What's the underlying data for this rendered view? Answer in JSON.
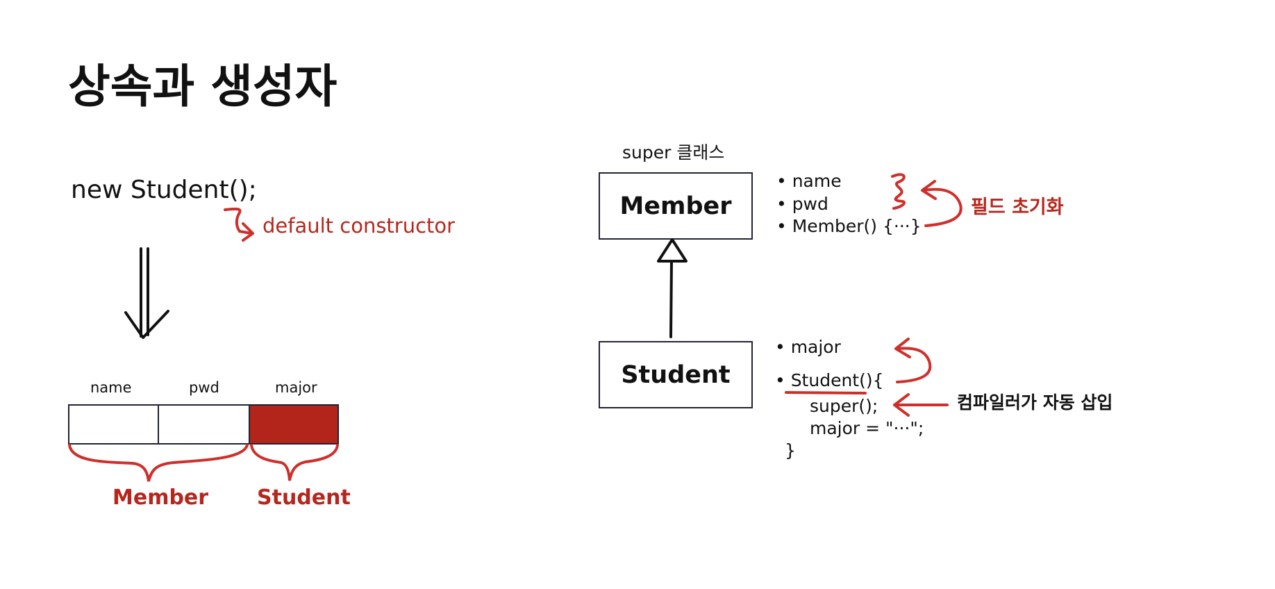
{
  "title": "상속과 생성자",
  "left": {
    "code": "new Student();",
    "default_constructor": "default constructor",
    "columns": [
      "name",
      "pwd",
      "major"
    ],
    "braces": [
      "Member",
      "Student"
    ]
  },
  "right": {
    "super_label": "super 클래스",
    "member_box": "Member",
    "student_box": "Student",
    "member_items": [
      "• name",
      "• pwd",
      "• Member() {···}"
    ],
    "field_init": "필드 초기화",
    "student_items": [
      "• major",
      "• Student(){",
      "super();",
      "major = \"···\";",
      "}"
    ],
    "compiler_note": "컴파일러가 자동 삽입"
  },
  "colors": {
    "accent_red": "#b7261d",
    "box_border": "#1f2233"
  }
}
